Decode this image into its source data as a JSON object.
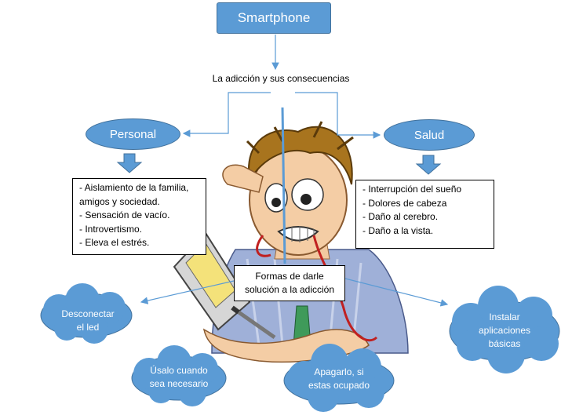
{
  "diagram": {
    "title": "Smartphone",
    "subtitle": "La adicción y sus consecuencias",
    "branches": {
      "personal": {
        "label": "Personal",
        "items": [
          "- Aislamiento de la familia,",
          "amigos y sociedad.",
          "- Sensación de vacío.",
          "- Introvertismo.",
          "- Eleva el estrés."
        ]
      },
      "salud": {
        "label": "Salud",
        "items": [
          "- Interrupción del sueño",
          "- Dolores de cabeza",
          "- Daño al cerebro.",
          "- Daño a la vista."
        ]
      }
    },
    "solutions": {
      "title_line1": "Formas de darle",
      "title_line2": "solución a la adicción",
      "clouds": [
        {
          "line1": "Desconectar",
          "line2": "el led"
        },
        {
          "line1": "Úsalo cuando",
          "line2": "sea necesario"
        },
        {
          "line1": "Apagarlo, si",
          "line2": "estas ocupado"
        },
        {
          "line1": "Instalar",
          "line2": "aplicaciones",
          "line3": "básicas"
        }
      ]
    }
  },
  "colors": {
    "shape_fill": "#5b9bd5",
    "shape_border": "#41719c",
    "connector": "#5b9bd5"
  },
  "illustration": {
    "subject": "stressed-man-with-phone-illustration"
  }
}
